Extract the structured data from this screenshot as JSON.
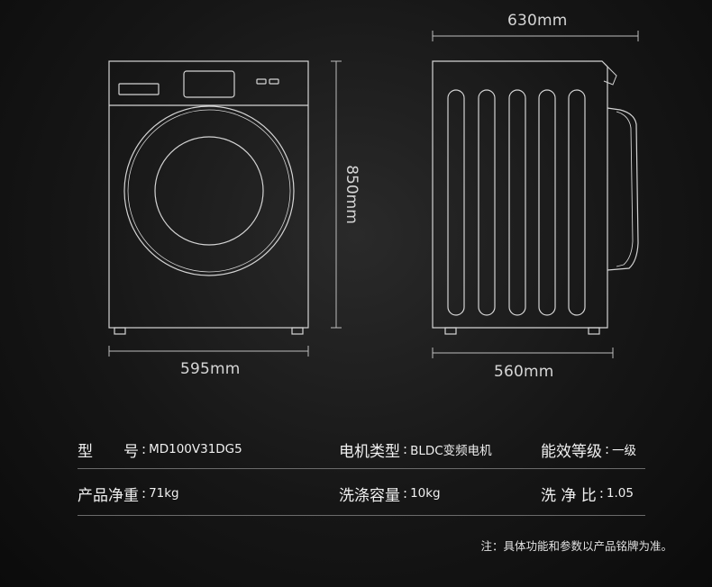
{
  "dimensions": {
    "front_width": "595mm",
    "height": "850mm",
    "side_depth": "560mm",
    "overall_depth": "630mm"
  },
  "specs": {
    "row1": [
      {
        "label": "型　　号",
        "value": "MD100V31DG5"
      },
      {
        "label": "电机类型",
        "value": "BLDC变频电机"
      },
      {
        "label": "能效等级",
        "value": "一级"
      }
    ],
    "row2": [
      {
        "label": "产品净重",
        "value": "71kg"
      },
      {
        "label": "洗涤容量",
        "value": "10kg"
      },
      {
        "label": "洗 净 比",
        "value": "1.05"
      }
    ]
  },
  "note": "注：具体功能和参数以产品铭牌为准。",
  "colors": {
    "background": "#161616",
    "line": "#d0d0d0",
    "rule": "#6b6b6b"
  }
}
